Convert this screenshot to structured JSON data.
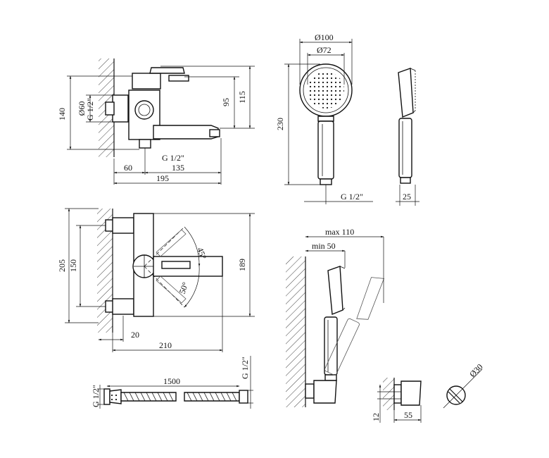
{
  "dims": {
    "d140": "140",
    "d60dia": "Ø60",
    "g12_side_vertical": "G 1/2\"",
    "d95": "95",
    "d115": "115",
    "g12_side_bottom": "G 1/2\"",
    "d60": "60",
    "d135": "135",
    "d195": "195",
    "d100dia": "Ø100",
    "d72dia": "Ø72",
    "d230": "230",
    "g12_shower": "G 1/2\"",
    "d25": "25",
    "d205": "205",
    "d150": "150",
    "d189": "189",
    "a45": "45°",
    "a50": "50°",
    "d20": "20",
    "d210": "210",
    "max110": "max 110",
    "min50": "min 50",
    "d1500": "1500",
    "g12_hose_left": "G 1/2\"",
    "g12_hose_right": "G 1/2\"",
    "d30dia": "Ø30",
    "d12": "12",
    "d55": "55"
  }
}
